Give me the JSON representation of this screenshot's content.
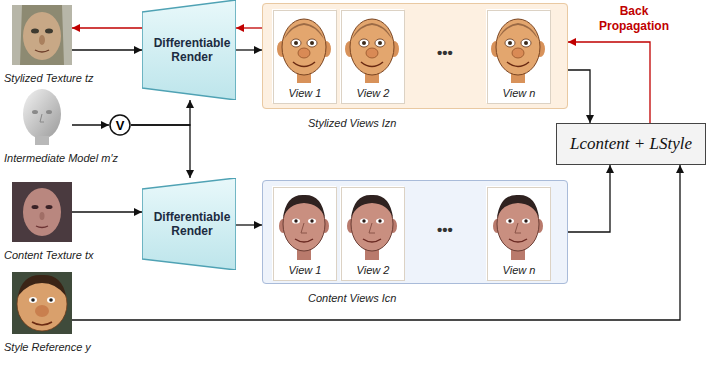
{
  "diagram": {
    "nodes": [
      {
        "text": [
          "Stylized Texture tz"
        ]
      },
      {
        "text": [
          "Differentiable Render"
        ]
      },
      {
        "text": [
          "Stylized Views Izn"
        ]
      },
      {
        "text": [
          "View 1"
        ],
        "in": 2
      },
      {
        "text": [
          "View 2"
        ],
        "in": 2
      },
      {
        "text": [
          "View n"
        ],
        "in": 2
      },
      {
        "text": [
          "Intermediate Model m′z"
        ]
      },
      {
        "text": [
          "V"
        ]
      },
      {
        "text": [
          "Lcontent + LStyle"
        ]
      },
      {
        "text": [
          "Content Texture tx"
        ]
      },
      {
        "text": [
          "Differentiable Render"
        ]
      },
      {
        "text": [
          "Content Views Icn"
        ]
      },
      {
        "text": [
          "View 1"
        ],
        "in": 11
      },
      {
        "text": [
          "View 2"
        ],
        "in": 11
      },
      {
        "text": [
          "View n"
        ],
        "in": 11
      },
      {
        "text": [
          "Style Reference y"
        ]
      }
    ],
    "edges": [
      {
        "from": 0,
        "to": 1,
        "arrow": "to"
      },
      {
        "from": 1,
        "to": 0,
        "arrow": "to"
      },
      {
        "from": 1,
        "to": 2,
        "arrow": "to"
      },
      {
        "from": 2,
        "to": 1,
        "arrow": "to"
      },
      {
        "from": 6,
        "to": 7,
        "arrow": "to"
      },
      {
        "from": 7,
        "to": 1,
        "arrow": "to"
      },
      {
        "from": 7,
        "to": 10,
        "arrow": "to"
      },
      {
        "from": 9,
        "to": 10,
        "arrow": "to"
      },
      {
        "from": 10,
        "to": 11,
        "arrow": "to"
      },
      {
        "from": 2,
        "to": 8,
        "arrow": "to"
      },
      {
        "from": 11,
        "to": 8,
        "arrow": "to"
      },
      {
        "from": 15,
        "to": 8,
        "arrow": "to"
      },
      {
        "from": 8,
        "to": 2,
        "label": "Back Propagation",
        "arrow": "to"
      }
    ],
    "labels": [
      "•••",
      "•••"
    ]
  }
}
